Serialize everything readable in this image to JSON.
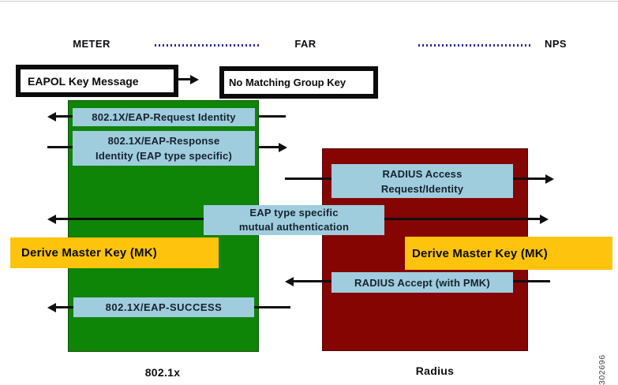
{
  "colors": {
    "green": "#0f8508",
    "red": "#850503",
    "lightblue": "#9fcddd",
    "orange": "#fec30d",
    "dotted": "#2424a8"
  },
  "lanes": {
    "meter": "METER",
    "far": "FAR",
    "nps": "NPS"
  },
  "callouts": {
    "eapol": "EAPOL Key Message",
    "no_matching_group_key": "No Matching Group Key"
  },
  "messages": {
    "request_identity": "802.1X/EAP-Request Identity",
    "response_identity": [
      "802.1X/EAP-Response",
      "Identity (EAP type specific)"
    ],
    "radius_access": [
      "RADIUS Access",
      "Request/Identity"
    ],
    "eap_mutual": [
      "EAP type specific",
      "mutual authentication"
    ],
    "radius_accept": "RADIUS Accept (with PMK)",
    "eap_success": "802.1X/EAP-SUCCESS"
  },
  "notes": {
    "derive_mk_left": "Derive Master Key (MK)",
    "derive_mk_right": "Derive Master Key (MK)"
  },
  "protocol_labels": {
    "dot1x": "802.1x",
    "radius": "Radius"
  },
  "figure_id": "302696"
}
